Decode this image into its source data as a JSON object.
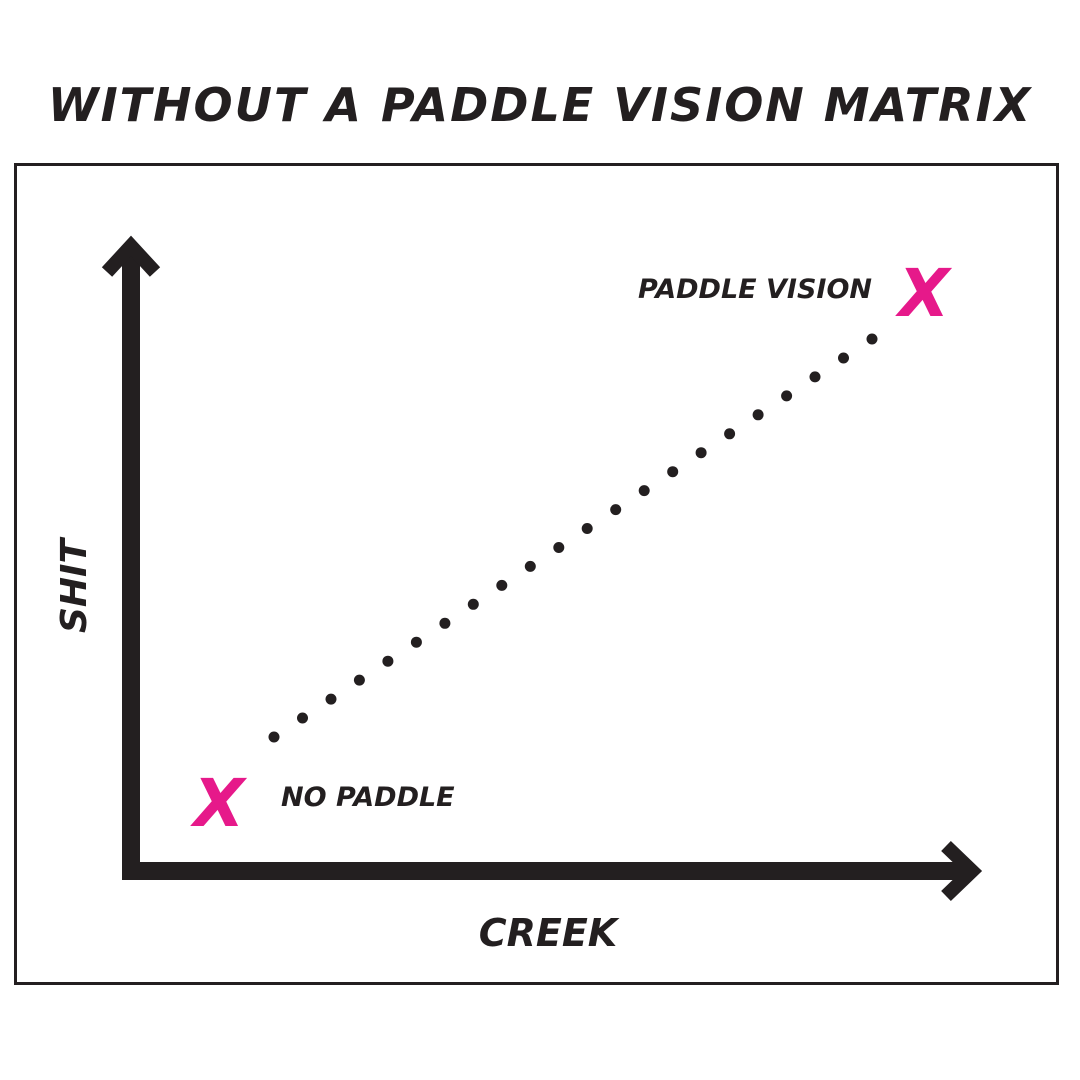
{
  "title": "WITHOUT A PADDLE VISION MATRIX",
  "axes": {
    "x_label": "CREEK",
    "y_label": "SHIT"
  },
  "points": {
    "start": {
      "label": "NO PADDLE",
      "marker": "X"
    },
    "end": {
      "label": "PADDLE VISION",
      "marker": "X"
    }
  },
  "colors": {
    "ink": "#231f20",
    "marker": "#e6198a",
    "background": "#ffffff"
  }
}
